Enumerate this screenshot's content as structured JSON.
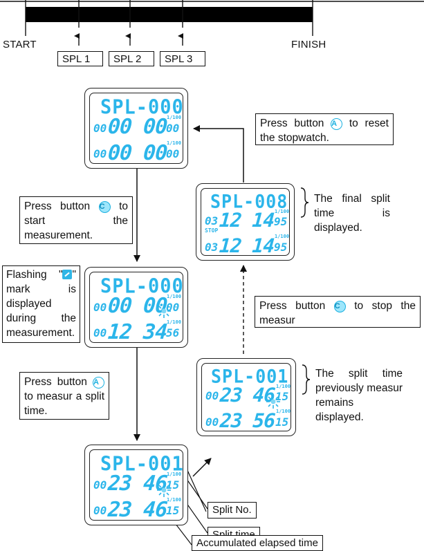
{
  "track": {
    "start_label": "START",
    "finish_label": "FINISH",
    "splits": [
      "SPL 1",
      "SPL 2",
      "SPL 3"
    ]
  },
  "watches": {
    "w1": {
      "title": "SPL-000",
      "row1_hours": "00",
      "row1_time": "00 00",
      "row1_hund": "00",
      "row2_hours": "00",
      "row2_time": "00 00",
      "row2_hund": "00",
      "unit": "1/100"
    },
    "w2": {
      "title": "SPL-000",
      "row1_hours": "00",
      "row1_time": "00 00",
      "row1_hund": "00",
      "row2_hours": "00",
      "row2_time": "12 34",
      "row2_hund": "56",
      "unit": "1/100"
    },
    "w3": {
      "title": "SPL-001",
      "row1_hours": "00",
      "row1_time": "23 46",
      "row1_hund": "15",
      "row2_hours": "00",
      "row2_time": "23 46",
      "row2_hund": "15",
      "unit": "1/100"
    },
    "w4": {
      "title": "SPL-008",
      "row1_hours": "03",
      "row1_time": "12 14",
      "row1_hund": "95",
      "row2_hours": "03",
      "row2_time": "12 14",
      "row2_hund": "95",
      "unit": "1/100",
      "stop": "STOP"
    },
    "w5": {
      "title": "SPL-001",
      "row1_hours": "00",
      "row1_time": "23 46",
      "row1_hund": "15",
      "row2_hours": "00",
      "row2_time": "23 56",
      "row2_hund": "15",
      "unit": "1/100"
    }
  },
  "notes": {
    "reset": {
      "pre": "Press button",
      "btn": "A",
      "post": "to reset the stopwatch."
    },
    "start": {
      "pre": "Press button",
      "btn": "C",
      "post": "to start the measurement."
    },
    "flashing": {
      "pre": "Flashing \"",
      "post": "\" mark is displayed during the measurement."
    },
    "split": {
      "pre": "Press button",
      "btn": "A",
      "post": "to measur a split time."
    },
    "stop": {
      "pre": "Press button",
      "btn": "C",
      "post": "to stop the measur"
    },
    "final": "The final split time is displayed.",
    "previous": "The split time previously measur remains displayed."
  },
  "labels": {
    "split_no": "Split No.",
    "split_time": "Split time",
    "accumulated": "Accumulated elapsed time"
  },
  "colors": {
    "lcd": "#2bb5ea",
    "button": "#1ab0e0"
  }
}
